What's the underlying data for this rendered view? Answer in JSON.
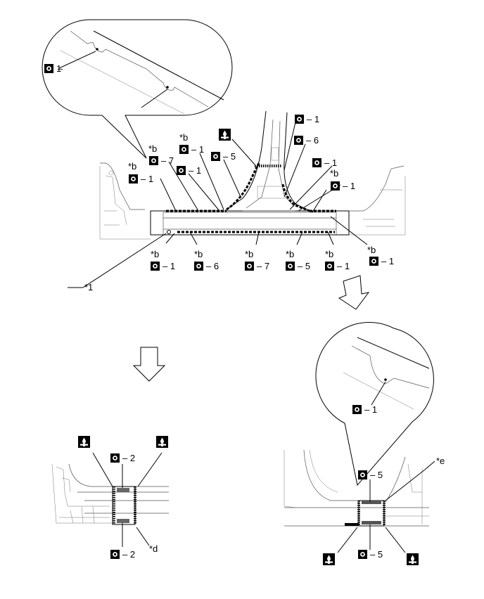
{
  "icons": {
    "spot_weld": "spot-weld-icon",
    "brazing": "brazing-sealer-icon",
    "arrow": "down-arrow-icon"
  },
  "labels": {
    "b": "*b",
    "d": "*d",
    "e": "*e",
    "one": "*1"
  },
  "counts": {
    "c1": "1",
    "c2": "2",
    "c5": "5",
    "c6": "6",
    "c7": "7"
  },
  "colors": {
    "ink": "#000000",
    "weld_fill": "#555555",
    "background": "#ffffff"
  }
}
